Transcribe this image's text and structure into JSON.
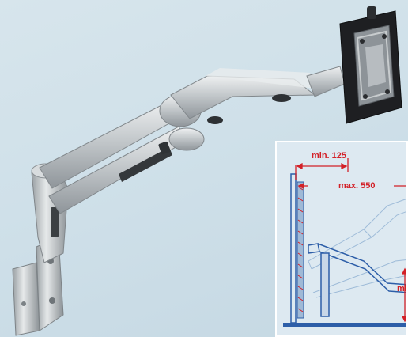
{
  "colors": {
    "background": "#cfe0e9",
    "arm_silver": "#bcc1c4",
    "monitor_plate": "#1e1f22",
    "dimension_red": "#d32027",
    "inset_background": "#dde9f1"
  },
  "diagram": {
    "dimensions": {
      "min_offset_label": "min. 125",
      "max_reach_label": "max. 550",
      "min_height_label": "mi"
    }
  }
}
